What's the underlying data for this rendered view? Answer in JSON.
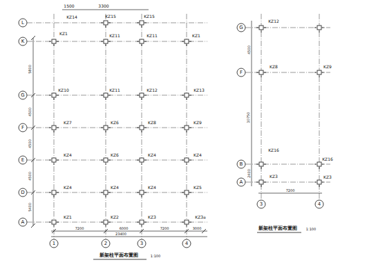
{
  "diagram": {
    "labels": [
      "1500",
      "3300",
      "L",
      "KZ14",
      "KZ15",
      "KZ15",
      "K",
      "KZ1",
      "KZ11",
      "KZ11",
      "KZ1",
      "G",
      "KZ10",
      "KZ11",
      "KZ12",
      "KZ13",
      "F",
      "KZ7",
      "KZ6",
      "KZ8",
      "KZ9",
      "E",
      "KZ4",
      "KZ6",
      "KZ4",
      "KZ4",
      "D",
      "KZ4",
      "KZ4",
      "KZ4",
      "KZ5",
      "A",
      "KZ1",
      "KZ2",
      "KZ3",
      "KZ3a",
      "5800",
      "4500",
      "4500",
      "4500",
      "5400",
      "7200",
      "6000",
      "7200",
      "3000",
      "23400",
      "1",
      "2",
      "3",
      "4",
      "新架柱平面布置图",
      "1:100",
      "G",
      "F",
      "B",
      "A",
      "4500",
      "10750",
      "2400",
      "KZ12",
      "KZ8",
      "KZ9",
      "KZ16",
      "KZ16",
      "KZ3",
      "KZ3",
      "7200",
      "3",
      "4",
      "新架柱平面布置图",
      "1:100"
    ]
  }
}
